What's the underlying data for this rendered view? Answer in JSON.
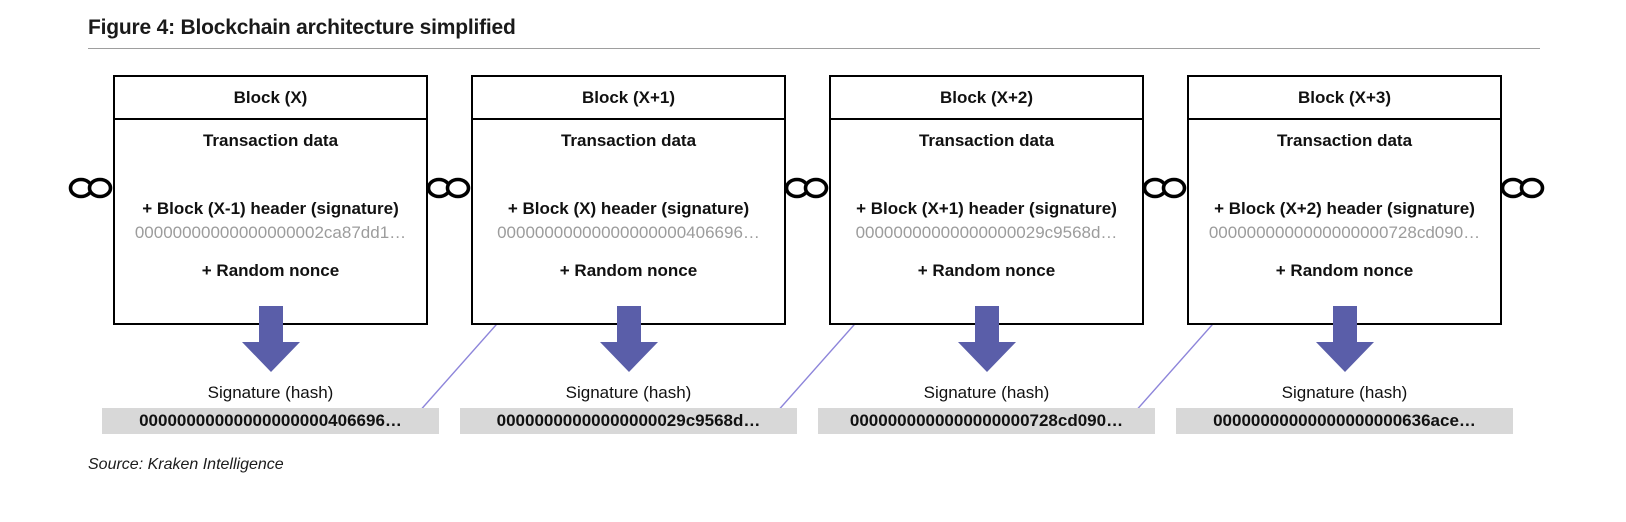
{
  "figure": {
    "title": "Figure 4: Blockchain architecture simplified",
    "source": "Source: Kraken Intelligence"
  },
  "blocks": [
    {
      "title": "Block (X)",
      "transaction_label": "Transaction data",
      "header_label": "+ Block (X-1) header (signature)",
      "header_hash": "00000000000000000002ca87dd1…",
      "nonce_label": "+ Random nonce",
      "signature_label": "Signature (hash)",
      "signature_hash": "00000000000000000000406696…"
    },
    {
      "title": "Block (X+1)",
      "transaction_label": "Transaction data",
      "header_label": "+ Block (X) header (signature)",
      "header_hash": "00000000000000000000406696…",
      "nonce_label": "+ Random nonce",
      "signature_label": "Signature (hash)",
      "signature_hash": "00000000000000000029c9568d…"
    },
    {
      "title": "Block (X+2)",
      "transaction_label": "Transaction data",
      "header_label": "+ Block (X+1) header (signature)",
      "header_hash": "00000000000000000029c9568d…",
      "nonce_label": "+ Random nonce",
      "signature_label": "Signature (hash)",
      "signature_hash": "0000000000000000000728cd090…"
    },
    {
      "title": "Block (X+3)",
      "transaction_label": "Transaction data",
      "header_label": "+ Block (X+2) header (signature)",
      "header_hash": "0000000000000000000728cd090…",
      "nonce_label": "+ Random nonce",
      "signature_label": "Signature (hash)",
      "signature_hash": "00000000000000000000636ace…"
    }
  ],
  "icons": {
    "chain_link": "two-interlocked-oval-chain-links",
    "down_arrow": "solid-block-arrow-pointing-down",
    "flow_arrow": "thin-diagonal-arrow-to-next-block-header"
  },
  "colors": {
    "down_arrow": "#5a5ea9",
    "flow_arrow": "#8d85da",
    "hash_text": "#9c9c9c",
    "signature_bar_bg": "#d8d8d8",
    "border": "#000000",
    "title_text": "#1a1a1a",
    "divider": "#9e9e9e"
  }
}
